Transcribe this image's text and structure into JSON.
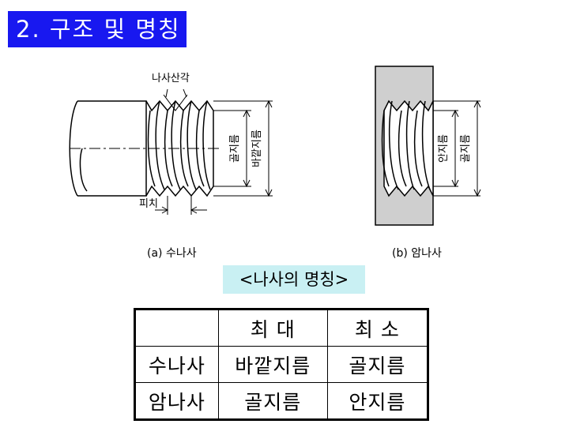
{
  "title": "2. 구조 및 명칭",
  "diagram": {
    "labels": {
      "thread_angle": "나사산각",
      "root_diameter": "골지름",
      "outer_diameter": "바깥지름",
      "pitch": "피치",
      "inner_diameter": "안지름",
      "root_diameter_nut": "골지름"
    },
    "captions": {
      "male": "(a) 수나사",
      "female": "(b) 암나사"
    }
  },
  "caption": "<나사의 명칭>",
  "table": {
    "headers": [
      "",
      "최 대",
      "최 소"
    ],
    "rows": [
      [
        "수나사",
        "바깥지름",
        "골지름"
      ],
      [
        "암나사",
        "골지름",
        "안지름"
      ]
    ]
  }
}
